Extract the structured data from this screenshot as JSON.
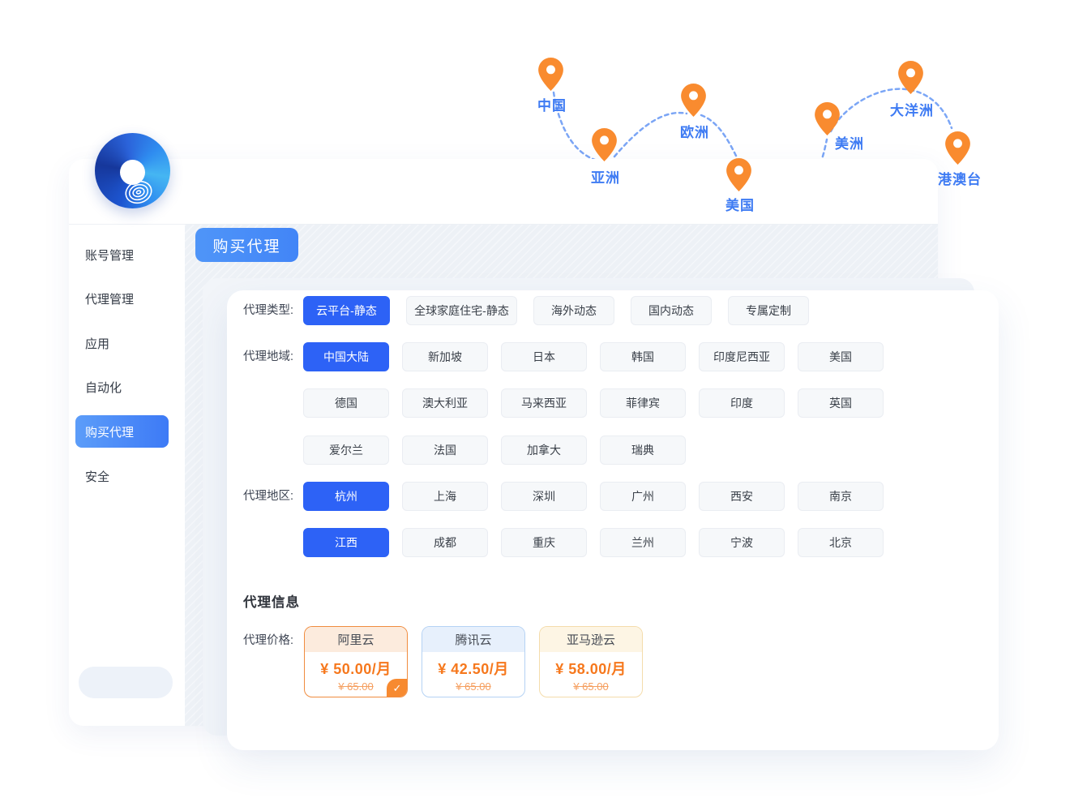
{
  "map": {
    "pins": [
      {
        "label": "中国"
      },
      {
        "label": "亚洲"
      },
      {
        "label": "欧洲"
      },
      {
        "label": "美国"
      },
      {
        "label": "美洲"
      },
      {
        "label": "大洋洲"
      },
      {
        "label": "港澳台"
      }
    ],
    "pin_color": "#f98b2f",
    "path_color": "#6496f4",
    "label_color": "#3e7bf3"
  },
  "sidebar": {
    "items": [
      {
        "label": "账号管理",
        "active": false
      },
      {
        "label": "代理管理",
        "active": false
      },
      {
        "label": "应用",
        "active": false
      },
      {
        "label": "自动化",
        "active": false
      },
      {
        "label": "购买代理",
        "active": true
      },
      {
        "label": "安全",
        "active": false
      }
    ]
  },
  "header": {
    "page_title": "购买代理"
  },
  "filters": {
    "type": {
      "label": "代理类型:",
      "options": [
        {
          "label": "云平台-静态",
          "selected": true
        },
        {
          "label": "全球家庭住宅-静态",
          "selected": false
        },
        {
          "label": "海外动态",
          "selected": false
        },
        {
          "label": "国内动态",
          "selected": false
        },
        {
          "label": "专属定制",
          "selected": false
        }
      ]
    },
    "region": {
      "label": "代理地域:",
      "rows": [
        [
          {
            "label": "中国大陆",
            "selected": true
          },
          {
            "label": "新加坡",
            "selected": false
          },
          {
            "label": "日本",
            "selected": false
          },
          {
            "label": "韩国",
            "selected": false
          },
          {
            "label": "印度尼西亚",
            "selected": false
          },
          {
            "label": "美国",
            "selected": false
          }
        ],
        [
          {
            "label": "德国",
            "selected": false
          },
          {
            "label": "澳大利亚",
            "selected": false
          },
          {
            "label": "马来西亚",
            "selected": false
          },
          {
            "label": "菲律宾",
            "selected": false
          },
          {
            "label": "印度",
            "selected": false
          },
          {
            "label": "英国",
            "selected": false
          }
        ],
        [
          {
            "label": "爱尔兰",
            "selected": false
          },
          {
            "label": "法国",
            "selected": false
          },
          {
            "label": "加拿大",
            "selected": false
          },
          {
            "label": "瑞典",
            "selected": false
          }
        ]
      ]
    },
    "city": {
      "label": "代理地区:",
      "rows": [
        [
          {
            "label": "杭州",
            "selected": true
          },
          {
            "label": "上海",
            "selected": false
          },
          {
            "label": "深圳",
            "selected": false
          },
          {
            "label": "广州",
            "selected": false
          },
          {
            "label": "西安",
            "selected": false
          },
          {
            "label": "南京",
            "selected": false
          }
        ],
        [
          {
            "label": "江西",
            "selected": true
          },
          {
            "label": "成都",
            "selected": false
          },
          {
            "label": "重庆",
            "selected": false
          },
          {
            "label": "兰州",
            "selected": false
          },
          {
            "label": "宁波",
            "selected": false
          },
          {
            "label": "北京",
            "selected": false
          }
        ]
      ]
    }
  },
  "info": {
    "heading": "代理信息",
    "price_label": "代理价格:",
    "plans": [
      {
        "name": "阿里云",
        "price": "¥ 50.00/月",
        "original": "¥ 65.00",
        "selected": true
      },
      {
        "name": "腾讯云",
        "price": "¥ 42.50/月",
        "original": "¥ 65.00",
        "selected": false
      },
      {
        "name": "亚马逊云",
        "price": "¥ 58.00/月",
        "original": "¥ 65.00",
        "selected": false
      }
    ]
  },
  "icons": {
    "check": "✓"
  },
  "colors": {
    "accent_blue": "#2d62f6",
    "badge_blue": "#4a90f7",
    "price_orange": "#f6781d",
    "content_bg": "#edf1f6"
  }
}
